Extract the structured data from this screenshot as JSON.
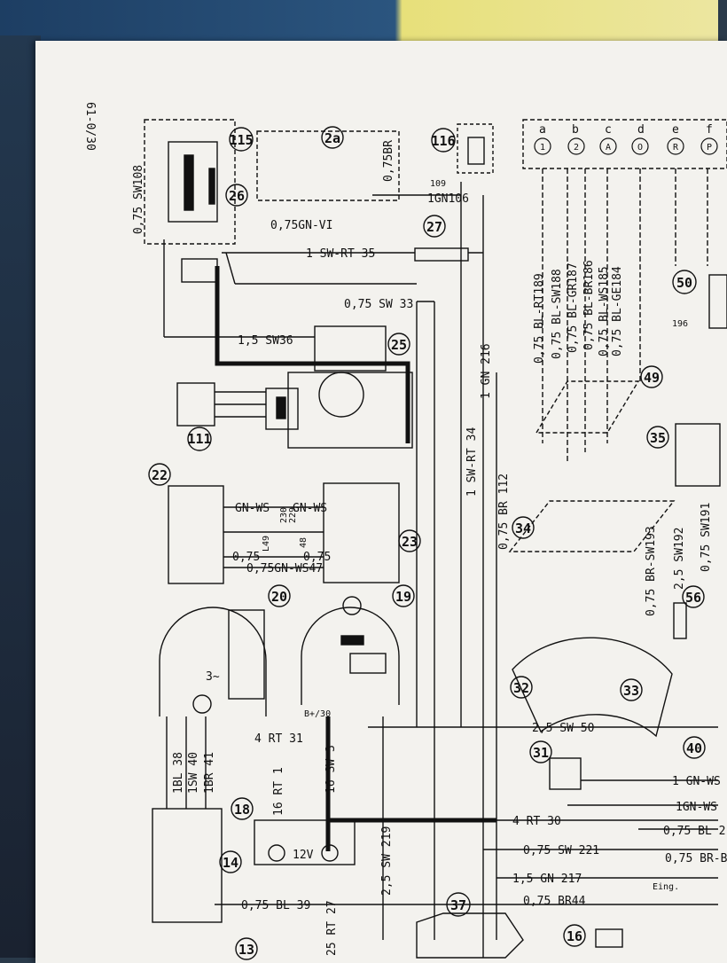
{
  "page_code": "61-0/30",
  "components": [
    {
      "id": "c115",
      "label": "115"
    },
    {
      "id": "c2a",
      "label": "2a"
    },
    {
      "id": "c116",
      "label": "116"
    },
    {
      "id": "c26",
      "label": "26"
    },
    {
      "id": "c27",
      "label": "27"
    },
    {
      "id": "c25",
      "label": "25"
    },
    {
      "id": "c111",
      "label": "111"
    },
    {
      "id": "c22",
      "label": "22"
    },
    {
      "id": "c23",
      "label": "23"
    },
    {
      "id": "c20",
      "label": "20"
    },
    {
      "id": "c19",
      "label": "19"
    },
    {
      "id": "c18",
      "label": "18"
    },
    {
      "id": "c14",
      "label": "14"
    },
    {
      "id": "c13",
      "label": "13"
    },
    {
      "id": "c37",
      "label": "37"
    },
    {
      "id": "c16",
      "label": "16"
    },
    {
      "id": "c31",
      "label": "31"
    },
    {
      "id": "c32",
      "label": "32"
    },
    {
      "id": "c33",
      "label": "33"
    },
    {
      "id": "c34",
      "label": "34"
    },
    {
      "id": "c35",
      "label": "35"
    },
    {
      "id": "c40",
      "label": "40"
    },
    {
      "id": "c49",
      "label": "49"
    },
    {
      "id": "c50",
      "label": "50"
    },
    {
      "id": "c56",
      "label": "56"
    }
  ],
  "wires": {
    "w1": "0,75 SW108",
    "w2": "1 SW-RT 35",
    "w3": "0,75 SW 33",
    "w4": "1,5 SW36",
    "w5": "1 GN 216",
    "w6": "1 SW-RT 34",
    "w7": "0,75 BR 112",
    "w8": "0,75GN-VI",
    "w9": "1GN106",
    "w10": "109",
    "w11": "0,75BR",
    "w12": "GN-WS",
    "w13": "GN-WS",
    "w14": "0,75GN-WS47",
    "w15": "4 RT 31",
    "w16": "16 SW 3",
    "w17": "4 RT 30",
    "w18": "2,5 SW 50",
    "w19": "0,75 SW 221",
    "w20": "1,5 GN 217",
    "w21": "0,75 BR44",
    "w22": "0,75 BL 39",
    "w23": "2,5 SW 219",
    "w24": "25 RT 27",
    "w25": "1BL 38",
    "w26": "1SW 40",
    "w27": "1BR 41",
    "w28": "16 RT 1",
    "w29": "0,75 BL-RT189",
    "w30": "0,75 BL-SW188",
    "w31": "0,75 BL-GR187",
    "w32": "0,75 BL-BR186",
    "w33": "0,75 BL-WS185",
    "w34": "0,75 BL-GE184",
    "w35": "0,75 BR-SW193",
    "w36": "2,5 SW192",
    "w37": "0,75 SW191",
    "w38": "1 GN-WS",
    "w39": "1GN-WS",
    "w40": "0,75 BL 2",
    "w41": "0,75 BR-B",
    "w42": "196",
    "w43": "Eing.",
    "w44": "12V",
    "w45": "B+/30",
    "w46": "3~",
    "w47": "0,75",
    "w48": "0,75",
    "w49": "230",
    "w50": "229",
    "w51": "L49",
    "w52": "48"
  },
  "top_connector": [
    "1",
    "2",
    "A",
    "O",
    "R",
    "P"
  ],
  "top_connector_letters": [
    "a",
    "b",
    "c",
    "d",
    "e",
    "f"
  ]
}
